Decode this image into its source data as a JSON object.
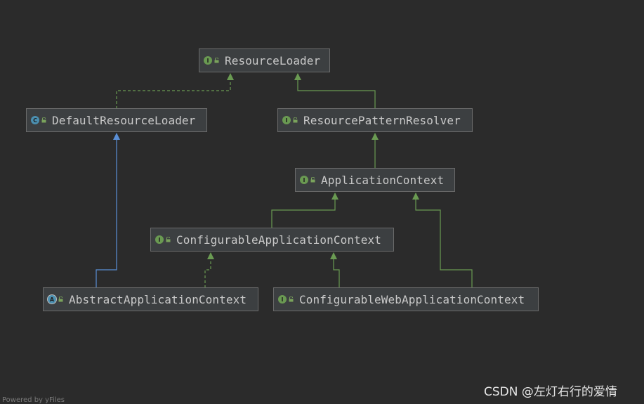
{
  "diagram": {
    "nodes": [
      {
        "id": "resource-loader",
        "label": "ResourceLoader",
        "kind": "interface",
        "badge": "I"
      },
      {
        "id": "default-resource-loader",
        "label": "DefaultResourceLoader",
        "kind": "class",
        "badge": "C"
      },
      {
        "id": "resource-pattern-resolver",
        "label": "ResourcePatternResolver",
        "kind": "interface",
        "badge": "I"
      },
      {
        "id": "application-context",
        "label": "ApplicationContext",
        "kind": "interface",
        "badge": "I"
      },
      {
        "id": "configurable-application-context",
        "label": "ConfigurableApplicationContext",
        "kind": "interface",
        "badge": "I"
      },
      {
        "id": "abstract-application-context",
        "label": "AbstractApplicationContext",
        "kind": "abstract",
        "badge": "A"
      },
      {
        "id": "configurable-web-application-context",
        "label": "ConfigurableWebApplicationContext",
        "kind": "interface",
        "badge": "I"
      }
    ],
    "edges": [
      {
        "from": "default-resource-loader",
        "to": "resource-loader",
        "type": "implements"
      },
      {
        "from": "resource-pattern-resolver",
        "to": "resource-loader",
        "type": "extends"
      },
      {
        "from": "application-context",
        "to": "resource-pattern-resolver",
        "type": "extends"
      },
      {
        "from": "configurable-application-context",
        "to": "application-context",
        "type": "extends"
      },
      {
        "from": "configurable-web-application-context",
        "to": "application-context",
        "type": "extends"
      },
      {
        "from": "abstract-application-context",
        "to": "configurable-application-context",
        "type": "implements"
      },
      {
        "from": "configurable-web-application-context",
        "to": "configurable-application-context",
        "type": "extends"
      },
      {
        "from": "abstract-application-context",
        "to": "default-resource-loader",
        "type": "class-extends"
      }
    ]
  },
  "colors": {
    "background": "#2b2b2b",
    "node_fill": "#3c3f41",
    "node_border": "#6b6b6b",
    "interface_edge": "#6a9a52",
    "class_edge": "#5a8fd6",
    "interface_badge": "#6a9a52",
    "class_badge": "#4b8fb0"
  },
  "icons": {
    "interface": "interface-badge-icon",
    "class": "class-badge-icon",
    "abstract": "abstract-class-badge-icon",
    "lock": "lock-icon"
  },
  "footer": {
    "powered_by": "Powered by yFiles"
  },
  "watermark": {
    "text": "CSDN @左灯右行的爱情"
  }
}
